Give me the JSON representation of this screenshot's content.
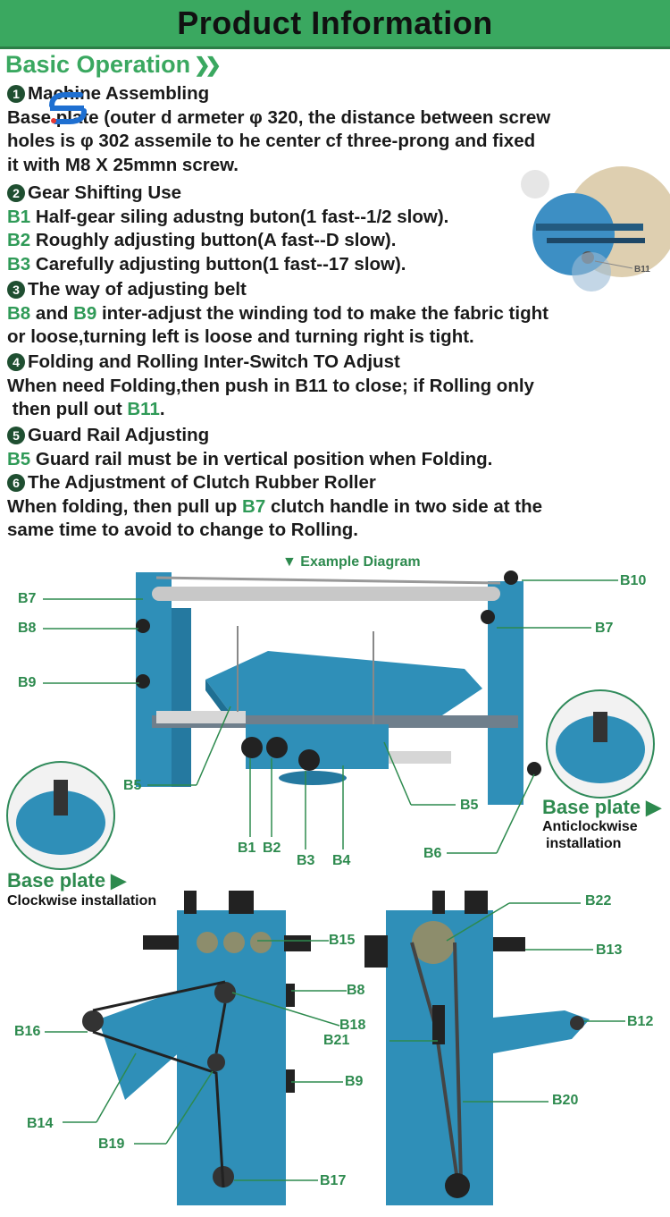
{
  "header": {
    "title": "Product Information"
  },
  "section": {
    "title": "Basic Operation",
    "chevron_icon": "double-chevron-right-icon"
  },
  "steps": [
    {
      "num": "1",
      "title": "Machine Assembling",
      "lines": [
        "Base plate (outer d armeter φ 320, the distance between screw",
        "holes is φ 302 assemile to he center cf three-prong and fixed",
        "it with M8 X 25mmn screw."
      ]
    },
    {
      "num": "2",
      "title": "Gear Shifting Use",
      "items": [
        {
          "code": "B1",
          "text": " Half-gear siling adustng buton(1 fast--1/2 slow)."
        },
        {
          "code": "B2",
          "text": " Roughly adjusting button(A fast--D slow)."
        },
        {
          "code": "B3",
          "text": " Carefully adjusting button(1 fast--17 slow)."
        }
      ]
    },
    {
      "num": "3",
      "title": "The way of adjusting belt",
      "b8": "B8",
      "and": " and ",
      "b9": "B9",
      "rest": " inter-adjust the winding tod to make the fabric tight",
      "line2": "or loose,turning left is loose and turning right is tight."
    },
    {
      "num": "4",
      "title": "Folding and Rolling Inter-Switch TO Adjust",
      "line1": "When need Folding,then push in B11 to close; if Rolling only",
      "line2a": "then pull out ",
      "line2b": "B11",
      "line2c": "."
    },
    {
      "num": "5",
      "title": "Guard Rail Adjusting",
      "code": "B5",
      "text": " Guard rail must be in vertical position when Folding."
    },
    {
      "num": "6",
      "title": "The Adjustment of Clutch Rubber Roller",
      "line1a": "When folding, then pull up ",
      "line1b": "B7",
      "line1c": " clutch handle in two side at the",
      "line2": "same time to avoid to change to Rolling."
    }
  ],
  "zoom_label": "B11",
  "diagram": {
    "title": "▼ Example Diagram",
    "labels": {
      "b7a": "B7",
      "b8": "B8",
      "b9": "B9",
      "b10": "B10",
      "b7b": "B7",
      "b5a": "B5",
      "b5b": "B5",
      "b1": "B1",
      "b2": "B2",
      "b3": "B3",
      "b4": "B4",
      "b6": "B6"
    },
    "base_plate_right": {
      "title": "Base plate ▶",
      "line1": "Anticlockwise",
      "line2": "installation"
    },
    "base_plate_left": {
      "title": "Base plate ▶",
      "line1": "Clockwise installation"
    }
  },
  "bottom": {
    "labels": {
      "b15": "B15",
      "b8": "B8",
      "b18": "B18",
      "b16": "B16",
      "b21": "B21",
      "b9": "B9",
      "b14": "B14",
      "b19": "B19",
      "b17": "B17",
      "b22": "B22",
      "b13": "B13",
      "b12": "B12",
      "b20": "B20"
    }
  },
  "colors": {
    "brand_green": "#3aa860",
    "machine_blue": "#2f8fb8",
    "dark": "#1a1a1a"
  }
}
